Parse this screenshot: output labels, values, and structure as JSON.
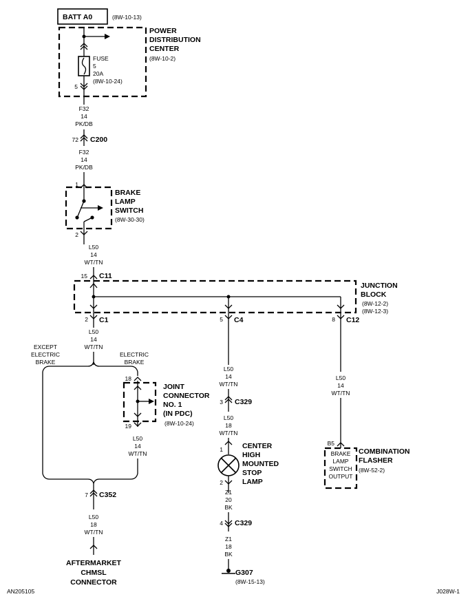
{
  "source": {
    "label": "BATT A0",
    "ref": "(8W-10-13)"
  },
  "pdc": {
    "title": [
      "POWER",
      "DISTRIBUTION",
      "CENTER"
    ],
    "ref": "(8W-10-2)",
    "fuse": [
      "FUSE",
      "5",
      "20A",
      "(8W-10-24)"
    ],
    "pin_out": "5"
  },
  "wire_f32_a": [
    "F32",
    "14",
    "PK/DB"
  ],
  "c200": {
    "pin": "72",
    "name": "C200"
  },
  "wire_f32_b": [
    "F32",
    "14",
    "PK/DB"
  ],
  "brake_switch": {
    "pin_in": "1",
    "pin_out": "2",
    "title": [
      "BRAKE",
      "LAMP",
      "SWITCH"
    ],
    "ref": "(8W-30-30)"
  },
  "wire_l50_a": [
    "L50",
    "14",
    "WT/TN"
  ],
  "junction_block": {
    "title": [
      "JUNCTION",
      "BLOCK"
    ],
    "refs": [
      "(8W-12-2)",
      "(8W-12-3)"
    ],
    "c11": {
      "pin": "15",
      "name": "C11"
    },
    "c1": {
      "pin": "2",
      "name": "C1"
    },
    "c4": {
      "pin": "5",
      "name": "C4"
    },
    "c12": {
      "pin": "8",
      "name": "C12"
    }
  },
  "wire_l50_b": [
    "L50",
    "14",
    "WT/TN"
  ],
  "branch_except": [
    "EXCEPT",
    "ELECTRIC",
    "BRAKE"
  ],
  "branch_electric": [
    "ELECTRIC",
    "BRAKE"
  ],
  "joint_connector": {
    "pin_in": "18",
    "pin_out": "19",
    "title": [
      "JOINT",
      "CONNECTOR",
      "NO. 1",
      "(IN PDC)"
    ],
    "ref": "(8W-10-24)"
  },
  "wire_l50_jc": [
    "L50",
    "14",
    "WT/TN"
  ],
  "c352": {
    "pin": "7",
    "name": "C352"
  },
  "wire_l50_c": [
    "L50",
    "18",
    "WT/TN"
  ],
  "aftermarket": [
    "AFTERMARKET",
    "CHMSL",
    "CONNECTOR"
  ],
  "wire_l50_c4": [
    "L50",
    "14",
    "WT/TN"
  ],
  "c329_a": {
    "pin": "3",
    "name": "C329"
  },
  "wire_l50_d": [
    "L50",
    "18",
    "WT/TN"
  ],
  "chmsl": {
    "pin_in": "1",
    "pin_out": "2",
    "title": [
      "CENTER",
      "HIGH",
      "MOUNTED",
      "STOP",
      "LAMP"
    ]
  },
  "wire_z1_a": [
    "Z1",
    "20",
    "BK"
  ],
  "c329_b": {
    "pin": "4",
    "name": "C329"
  },
  "wire_z1_b": [
    "Z1",
    "18",
    "BK"
  ],
  "ground": {
    "name": "G307",
    "ref": "(8W-15-13)"
  },
  "wire_l50_c12": [
    "L50",
    "14",
    "WT/TN"
  ],
  "flasher": {
    "pin": "B5",
    "inner": [
      "BRAKE",
      "LAMP",
      "SWITCH",
      "OUTPUT"
    ],
    "title": [
      "COMBINATION",
      "FLASHER"
    ],
    "ref": "(8W-52-2)"
  },
  "footer": {
    "left": "AN205105",
    "right": "J028W-1"
  }
}
